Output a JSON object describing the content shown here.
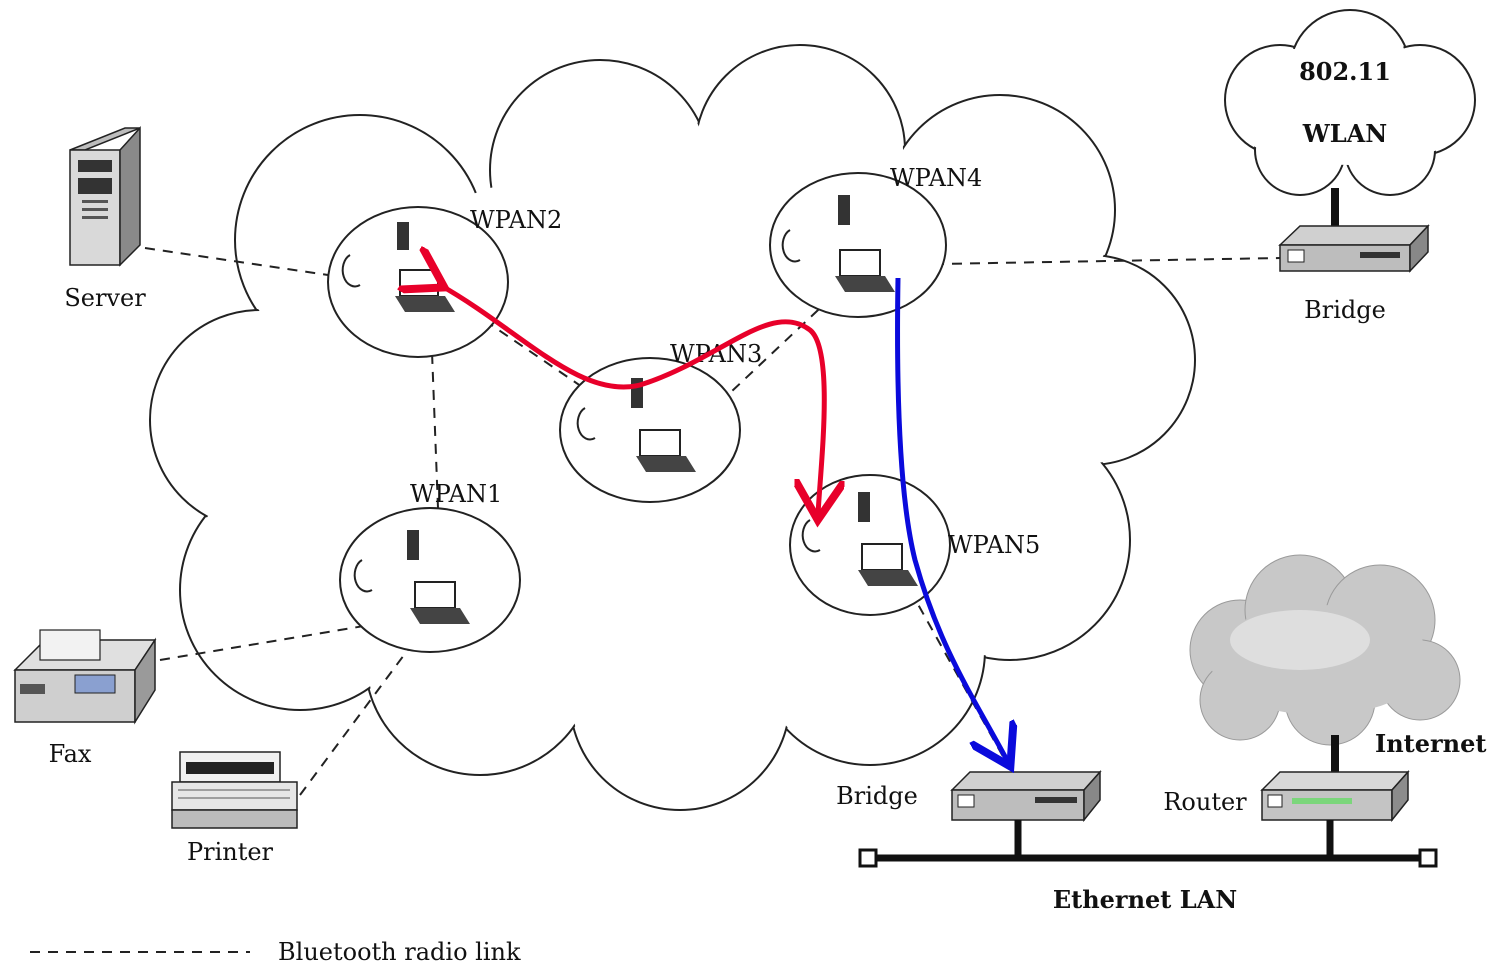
{
  "wpans": [
    {
      "id": "wpan1",
      "label": "WPAN1"
    },
    {
      "id": "wpan2",
      "label": "WPAN2"
    },
    {
      "id": "wpan3",
      "label": "WPAN3"
    },
    {
      "id": "wpan4",
      "label": "WPAN4"
    },
    {
      "id": "wpan5",
      "label": "WPAN5"
    }
  ],
  "devices": {
    "server": "Server",
    "fax": "Fax",
    "printer": "Printer",
    "bridge_top": "Bridge",
    "bridge_bottom": "Bridge",
    "router": "Router"
  },
  "networks": {
    "wlan_line1": "802.11",
    "wlan_line2": "WLAN",
    "internet": "Internet",
    "ethernet": "Ethernet LAN"
  },
  "legend": {
    "bluetooth_link": "Bluetooth radio link"
  },
  "colors": {
    "red_route": "#e8002a",
    "blue_route": "#0a0adc",
    "internet_cloud": "#c8c8c8"
  }
}
